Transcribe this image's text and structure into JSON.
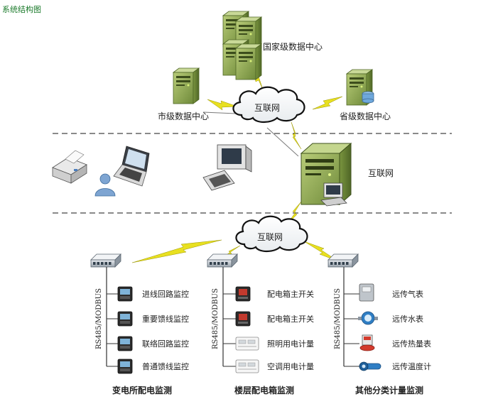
{
  "title": "系统结构图",
  "colors": {
    "server_green": "#8faa4e",
    "server_dark": "#5c7432",
    "lightning": "#e8e020",
    "line_gray": "#8a8a8a",
    "dash": "#444444",
    "title_green": "#1a7a2a"
  },
  "top_level": {
    "national_center": "国家级数据中心",
    "city_center": "市级数据中心",
    "provincial_center": "省级数据中心",
    "cloud_top": "互联网"
  },
  "middle_level": {
    "server_label": "互联网",
    "devices": [
      "printer-icon",
      "user-icon",
      "laptop-icon",
      "desktop-computer-icon"
    ]
  },
  "bottom_level": {
    "cloud_bottom": "互联网",
    "bus_label": "RS485/MODBUS",
    "groups": [
      {
        "caption": "变电所配电监测",
        "items": [
          "进线回路监控",
          "重要馈线监控",
          "联络回路监控",
          "普通馈线监控"
        ]
      },
      {
        "caption": "楼层配电箱监测",
        "items": [
          "配电箱主开关",
          "配电箱主开关",
          "照明用电计量",
          "空调用电计量"
        ]
      },
      {
        "caption": "其他分类计量监测",
        "items": [
          "远传气表",
          "远传水表",
          "远传热量表",
          "远传温度计"
        ]
      }
    ]
  }
}
